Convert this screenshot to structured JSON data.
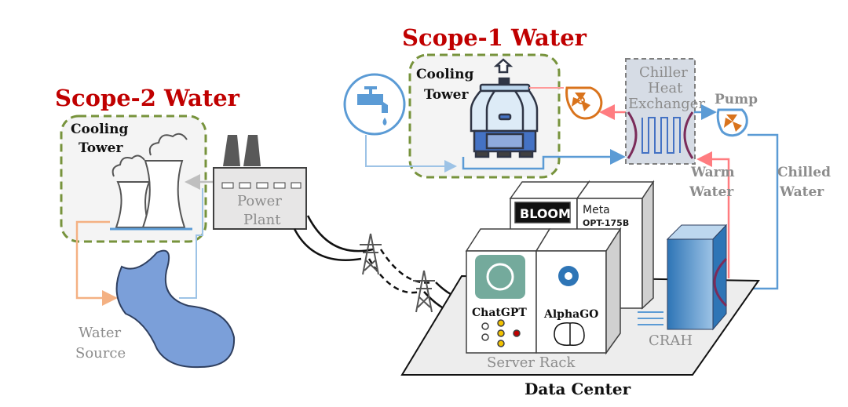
{
  "scope2": {
    "title": "Scope-2 Water",
    "cooling_tower_line1": "Cooling",
    "cooling_tower_line2": "Tower"
  },
  "scope1": {
    "title": "Scope-1 Water",
    "cooling_tower_line1": "Cooling",
    "cooling_tower_line2": "Tower"
  },
  "power_plant": {
    "line1": "Power",
    "line2": "Plant"
  },
  "water_source": {
    "line1": "Water",
    "line2": "Source"
  },
  "chiller": {
    "line1": "Chiller",
    "line2": "Heat",
    "line3": "Exchanger"
  },
  "pump": {
    "label": "Pump"
  },
  "warm_water": {
    "line1": "Warm",
    "line2": "Water"
  },
  "chilled_water": {
    "line1": "Chilled",
    "line2": "Water"
  },
  "racks": {
    "bloom": "BLOOM",
    "meta": "Meta",
    "opt": "OPT-175B",
    "chatgpt": "ChatGPT",
    "alphago": "AlphaGO",
    "label": "Server Rack"
  },
  "crah": {
    "label": "CRAH"
  },
  "data_center": {
    "label": "Data Center"
  },
  "colors": {
    "scope_title": "#c00000",
    "dashed_box": "#77933c",
    "cold_pipe": "#5b9bd5",
    "warm_pipe": "#ff7c80",
    "fan": "#d9731c",
    "source_pipe": "#f4b183"
  }
}
